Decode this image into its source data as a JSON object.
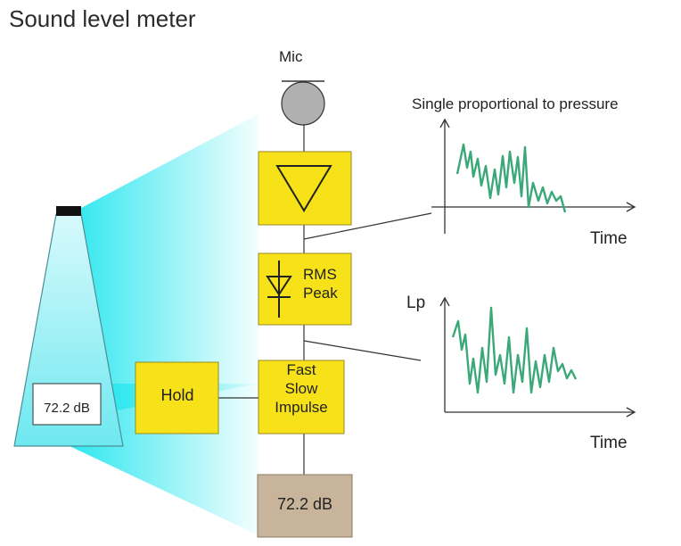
{
  "title": "Sound level meter",
  "mic": {
    "label": "Mic"
  },
  "meter_display": {
    "value": "72.2 dB"
  },
  "blocks": {
    "detector": {
      "line1": "RMS",
      "line2": "Peak"
    },
    "time_weighting": {
      "line1": "Fast",
      "line2": "Slow",
      "line3": "Impulse"
    },
    "hold": {
      "label": "Hold"
    },
    "output": {
      "value": "72.2 dB"
    }
  },
  "graph_top": {
    "title": "Single proportional to pressure",
    "x_label": "Time",
    "trace_color": "#3aa878"
  },
  "graph_bottom": {
    "y_label": "Lp",
    "x_label": "Time",
    "trace_color": "#3aa878"
  },
  "colors": {
    "block_fill": "#f7e21a",
    "block_stroke": "#9a8a1e",
    "output_fill": "#c8b49a",
    "beam": "#18e8f0",
    "meter_body": "#b8f4f8",
    "mic_fill": "#b0b0b0"
  }
}
